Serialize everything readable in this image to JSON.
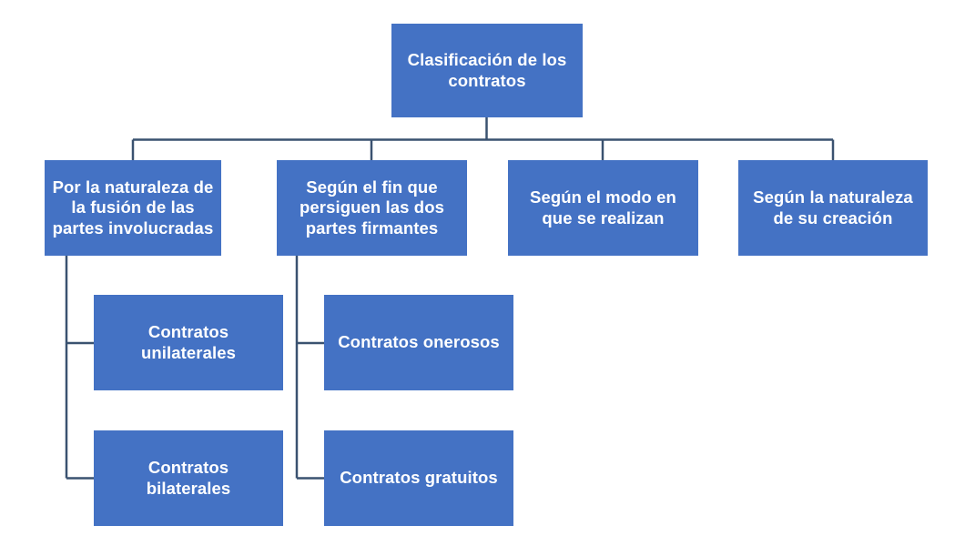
{
  "diagram": {
    "title": "Clasificación de los contratos",
    "type": "organizational-tree",
    "colors": {
      "box_fill": "#4472C4",
      "box_text": "#FFFFFF",
      "connector_line": "#3A5270",
      "background": "#FFFFFF"
    },
    "root": {
      "id": "root",
      "label": "Clasificación de los\ncontratos"
    },
    "branches": [
      {
        "id": "branch-1",
        "label": "Por la naturaleza de\nla fusión de las\npartes involucradas",
        "children": [
          {
            "id": "branch-1-child-1",
            "label": "Contratos\nunilaterales"
          },
          {
            "id": "branch-1-child-2",
            "label": "Contratos\nbilaterales"
          }
        ]
      },
      {
        "id": "branch-2",
        "label": "Según el fin que\npersiguen las dos\npartes firmantes",
        "children": [
          {
            "id": "branch-2-child-1",
            "label": "Contratos onerosos"
          },
          {
            "id": "branch-2-child-2",
            "label": "Contratos gratuitos"
          }
        ]
      },
      {
        "id": "branch-3",
        "label": "Según el modo en\nque se realizan",
        "children": []
      },
      {
        "id": "branch-4",
        "label": "Según la naturaleza\nde su creación",
        "children": []
      }
    ]
  }
}
